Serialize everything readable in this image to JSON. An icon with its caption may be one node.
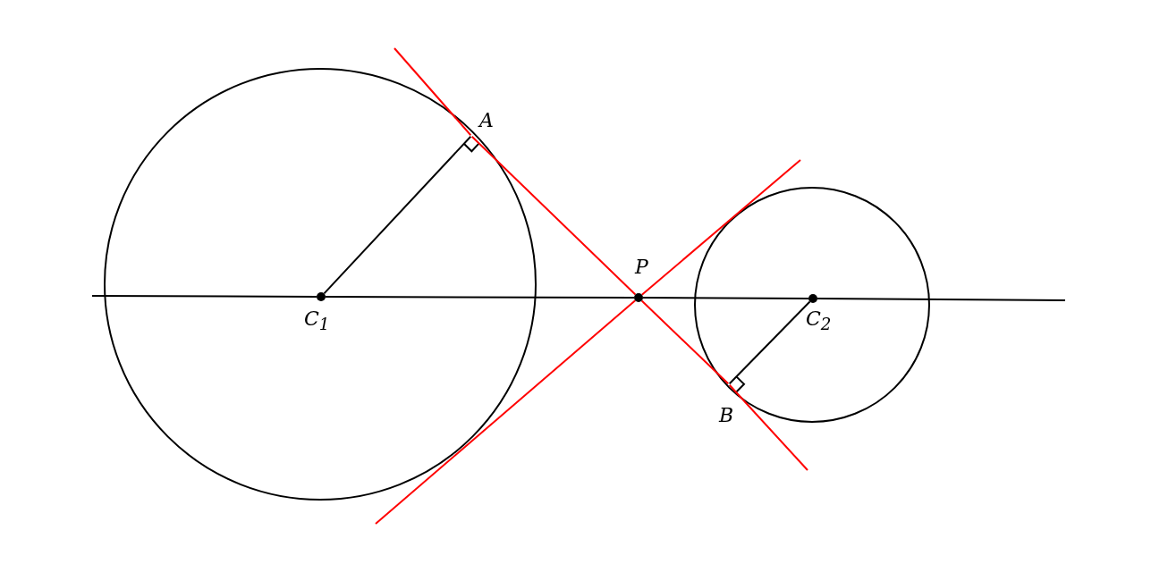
{
  "diagram": {
    "nodes": [
      {
        "text": [
          "C$_{1}$"
        ]
      },
      {
        "text": [
          "A"
        ]
      },
      {
        "text": [
          "P"
        ]
      },
      {
        "text": [
          "C$_{2}$"
        ]
      },
      {
        "text": [
          "B"
        ]
      }
    ],
    "edges": [
      {
        "from": 0,
        "to": 1,
        "arrow": "none"
      },
      {
        "from": 3,
        "to": 4,
        "arrow": "none"
      },
      {
        "from": null,
        "to": 1,
        "arrow": "none",
        "color": "#ff0000"
      },
      {
        "from": 1,
        "to": 2,
        "arrow": "none",
        "color": "#ff0000"
      },
      {
        "from": 2,
        "to": 4,
        "arrow": "none",
        "color": "#ff0000"
      },
      {
        "from": 4,
        "to": null,
        "arrow": "none",
        "color": "#ff0000"
      },
      {
        "from": null,
        "to": 2,
        "arrow": "none",
        "color": "#ff0000"
      },
      {
        "from": 2,
        "to": null,
        "arrow": "none",
        "color": "#ff0000"
      },
      {
        "from": null,
        "to": 0,
        "arrow": "none"
      },
      {
        "from": 0,
        "to": 2,
        "arrow": "none"
      },
      {
        "from": 2,
        "to": 3,
        "arrow": "none"
      },
      {
        "from": 3,
        "to": null,
        "arrow": "none"
      }
    ]
  }
}
